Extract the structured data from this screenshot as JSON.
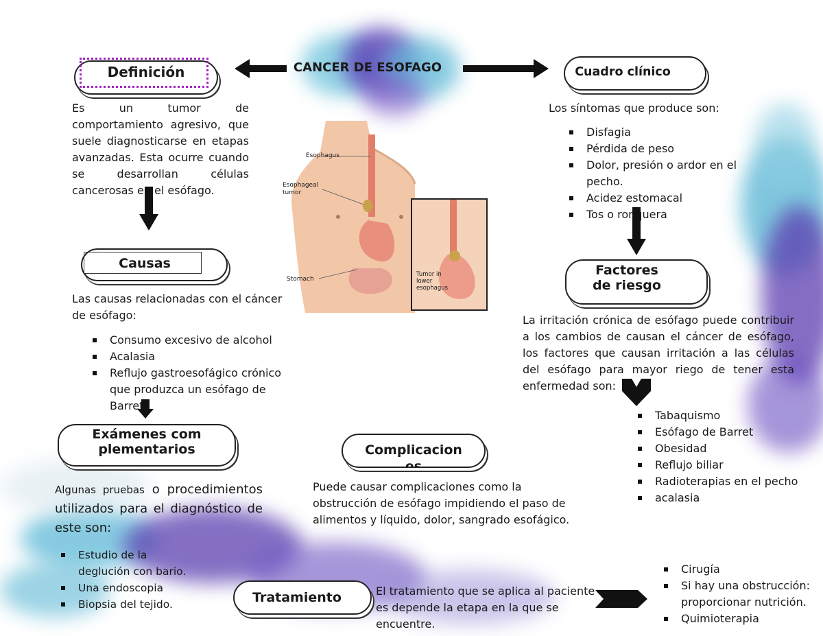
{
  "title": "CANCER DE ESOFAGO",
  "definicion": {
    "heading": "Definición",
    "text": "Es un tumor de comportamiento agresivo, que suele diagnosticarse en etapas avanzadas. Esta ocurre cuando se desarrollan células cancerosas en el esófago."
  },
  "cuadro": {
    "heading": "Cuadro clínico",
    "intro": "Los síntomas que produce son:",
    "items": [
      "Disfagia",
      "Pérdida de peso",
      "Dolor, presión o ardor en el pecho.",
      "Acidez estomacal",
      "Tos o ronquera"
    ]
  },
  "causas": {
    "heading": "Causas",
    "intro": "Las causas relacionadas con el cáncer de esófago:",
    "items": [
      "Consumo excesivo de alcohol",
      "Acalasia",
      "Reflujo gastroesofágico crónico que produzca un esófago de Barret."
    ]
  },
  "factores": {
    "heading": "Factores de riesgo",
    "intro": "La irritación crónica de esófago puede contribuir a los cambios de causan el cáncer de esófago, los factores que causan irritación a las células del esófago para mayor riego de tener esta enfermedad son:",
    "items": [
      "Tabaquismo",
      "Esófago de Barret",
      "Obesidad",
      "Reflujo biliar",
      "Radioterapias en el pecho",
      "acalasia"
    ]
  },
  "examenes": {
    "heading": "Exámenes complementarios",
    "intro_small": "Algunas pruebas",
    "intro_rest": " o procedimientos utilizados para el diagnóstico de este son:",
    "items": [
      "Estudio de la deglución con bario.",
      "Una endoscopia",
      "Biopsia del tejido."
    ]
  },
  "complicaciones": {
    "heading": "Complicaciones",
    "text": "Puede causar complicaciones como la obstrucción de esófago impidiendo el paso de alimentos y líquido, dolor, sangrado esofágico."
  },
  "tratamiento": {
    "heading": "Tratamiento",
    "text": "El tratamiento que se aplica al paciente es depende la etapa en la que se encuentre.",
    "items": [
      "Cirugía",
      "Si hay una obstrucción: proporcionar nutrición.",
      "Quimioterapia"
    ]
  },
  "illustration": {
    "labels": [
      "Esophagus",
      "Esophageal tumor",
      "Stomach"
    ],
    "inset_label": "Tumor in lower esophagus"
  },
  "colors": {
    "watercolor_blue": "#4fb3cf",
    "watercolor_purple": "#5b3fb0",
    "highlight_border": "#a020c0"
  }
}
